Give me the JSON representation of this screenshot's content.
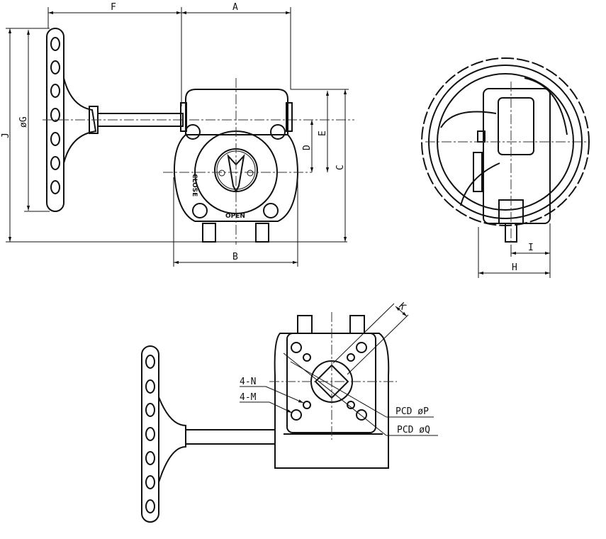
{
  "title": "Worm gear operator dimensional drawing",
  "dimensions": {
    "F": "F",
    "A": "A",
    "J": "J",
    "G": "øG",
    "D": "D",
    "E": "E",
    "C": "C",
    "B": "B",
    "I": "I",
    "H": "H",
    "K": "K"
  },
  "callouts": {
    "n": "4-N",
    "m": "4-M",
    "pcd_p": "PCD øP",
    "pcd_q": "PCD øQ"
  },
  "indicator": {
    "close": "CLOSE",
    "open": "OPEN"
  }
}
